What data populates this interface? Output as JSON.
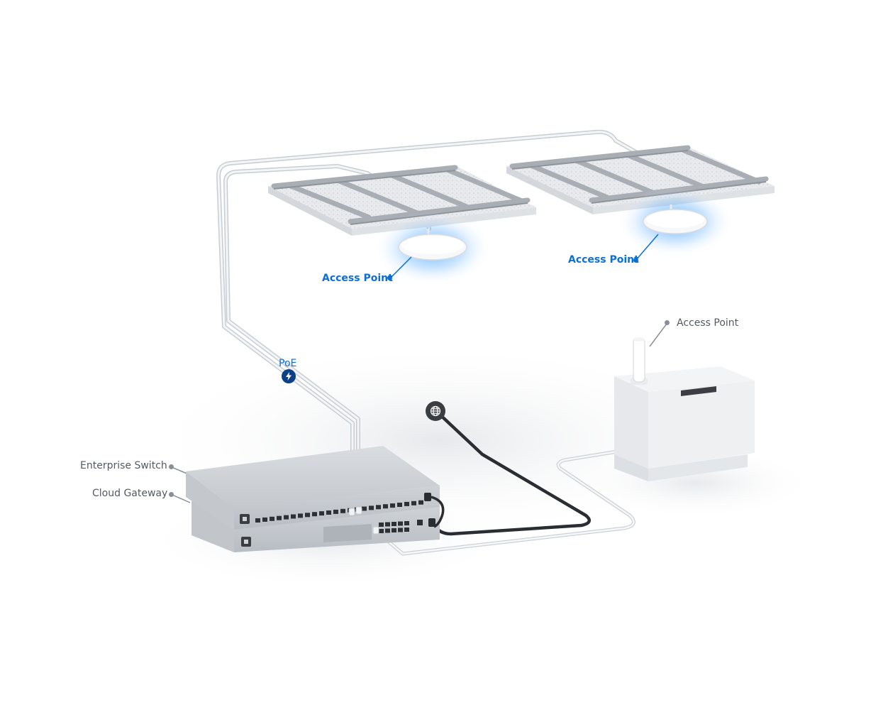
{
  "labels": {
    "ap_ceiling_left": "Access Point",
    "ap_ceiling_right": "Access Point",
    "ap_desk": "Access Point",
    "poe": "PoE",
    "enterprise_switch": "Enterprise Switch",
    "cloud_gateway": "Cloud Gateway"
  },
  "icons": {
    "poe_badge": "lightning-bolt-icon",
    "internet_badge": "globe-icon"
  },
  "colors": {
    "accent_blue": "#0b6fd6",
    "label_grey": "#555a60",
    "cable_white": "#eef0f2",
    "cable_dark": "#2a2d31",
    "ap_glow": "#4aa3ff"
  }
}
